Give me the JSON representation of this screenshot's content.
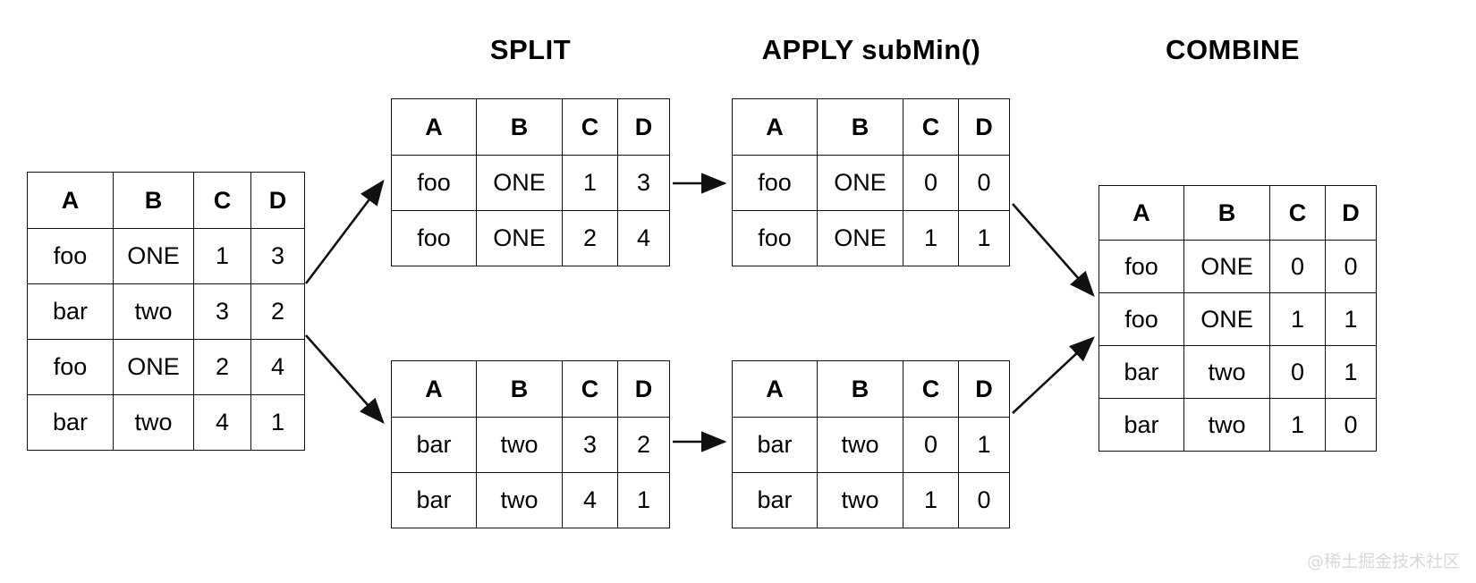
{
  "titles": {
    "split": "SPLIT",
    "apply": "APPLY subMin()",
    "combine": "COMBINE"
  },
  "columns": [
    "A",
    "B",
    "C",
    "D"
  ],
  "tables": {
    "source": {
      "name": "source-dataframe",
      "columns": [
        "A",
        "B",
        "C",
        "D"
      ],
      "rows": [
        [
          "foo",
          "ONE",
          "1",
          "3"
        ],
        [
          "bar",
          "two",
          "3",
          "2"
        ],
        [
          "foo",
          "ONE",
          "2",
          "4"
        ],
        [
          "bar",
          "two",
          "4",
          "1"
        ]
      ]
    },
    "split_top": {
      "name": "split-group-foo",
      "columns": [
        "A",
        "B",
        "C",
        "D"
      ],
      "rows": [
        [
          "foo",
          "ONE",
          "1",
          "3"
        ],
        [
          "foo",
          "ONE",
          "2",
          "4"
        ]
      ]
    },
    "split_bottom": {
      "name": "split-group-bar",
      "columns": [
        "A",
        "B",
        "C",
        "D"
      ],
      "rows": [
        [
          "bar",
          "two",
          "3",
          "2"
        ],
        [
          "bar",
          "two",
          "4",
          "1"
        ]
      ]
    },
    "apply_top": {
      "name": "apply-group-foo",
      "columns": [
        "A",
        "B",
        "C",
        "D"
      ],
      "rows": [
        [
          "foo",
          "ONE",
          "0",
          "0"
        ],
        [
          "foo",
          "ONE",
          "1",
          "1"
        ]
      ]
    },
    "apply_bottom": {
      "name": "apply-group-bar",
      "columns": [
        "A",
        "B",
        "C",
        "D"
      ],
      "rows": [
        [
          "bar",
          "two",
          "0",
          "1"
        ],
        [
          "bar",
          "two",
          "1",
          "0"
        ]
      ]
    },
    "combine": {
      "name": "combined-dataframe",
      "columns": [
        "A",
        "B",
        "C",
        "D"
      ],
      "rows": [
        [
          "foo",
          "ONE",
          "0",
          "0"
        ],
        [
          "foo",
          "ONE",
          "1",
          "1"
        ],
        [
          "bar",
          "two",
          "0",
          "1"
        ],
        [
          "bar",
          "two",
          "1",
          "0"
        ]
      ]
    }
  },
  "watermark": "@稀土掘金技术社区",
  "colors": {
    "border": "#111111",
    "text": "#000000",
    "background": "#ffffff",
    "watermark": "#d8d8d8"
  }
}
